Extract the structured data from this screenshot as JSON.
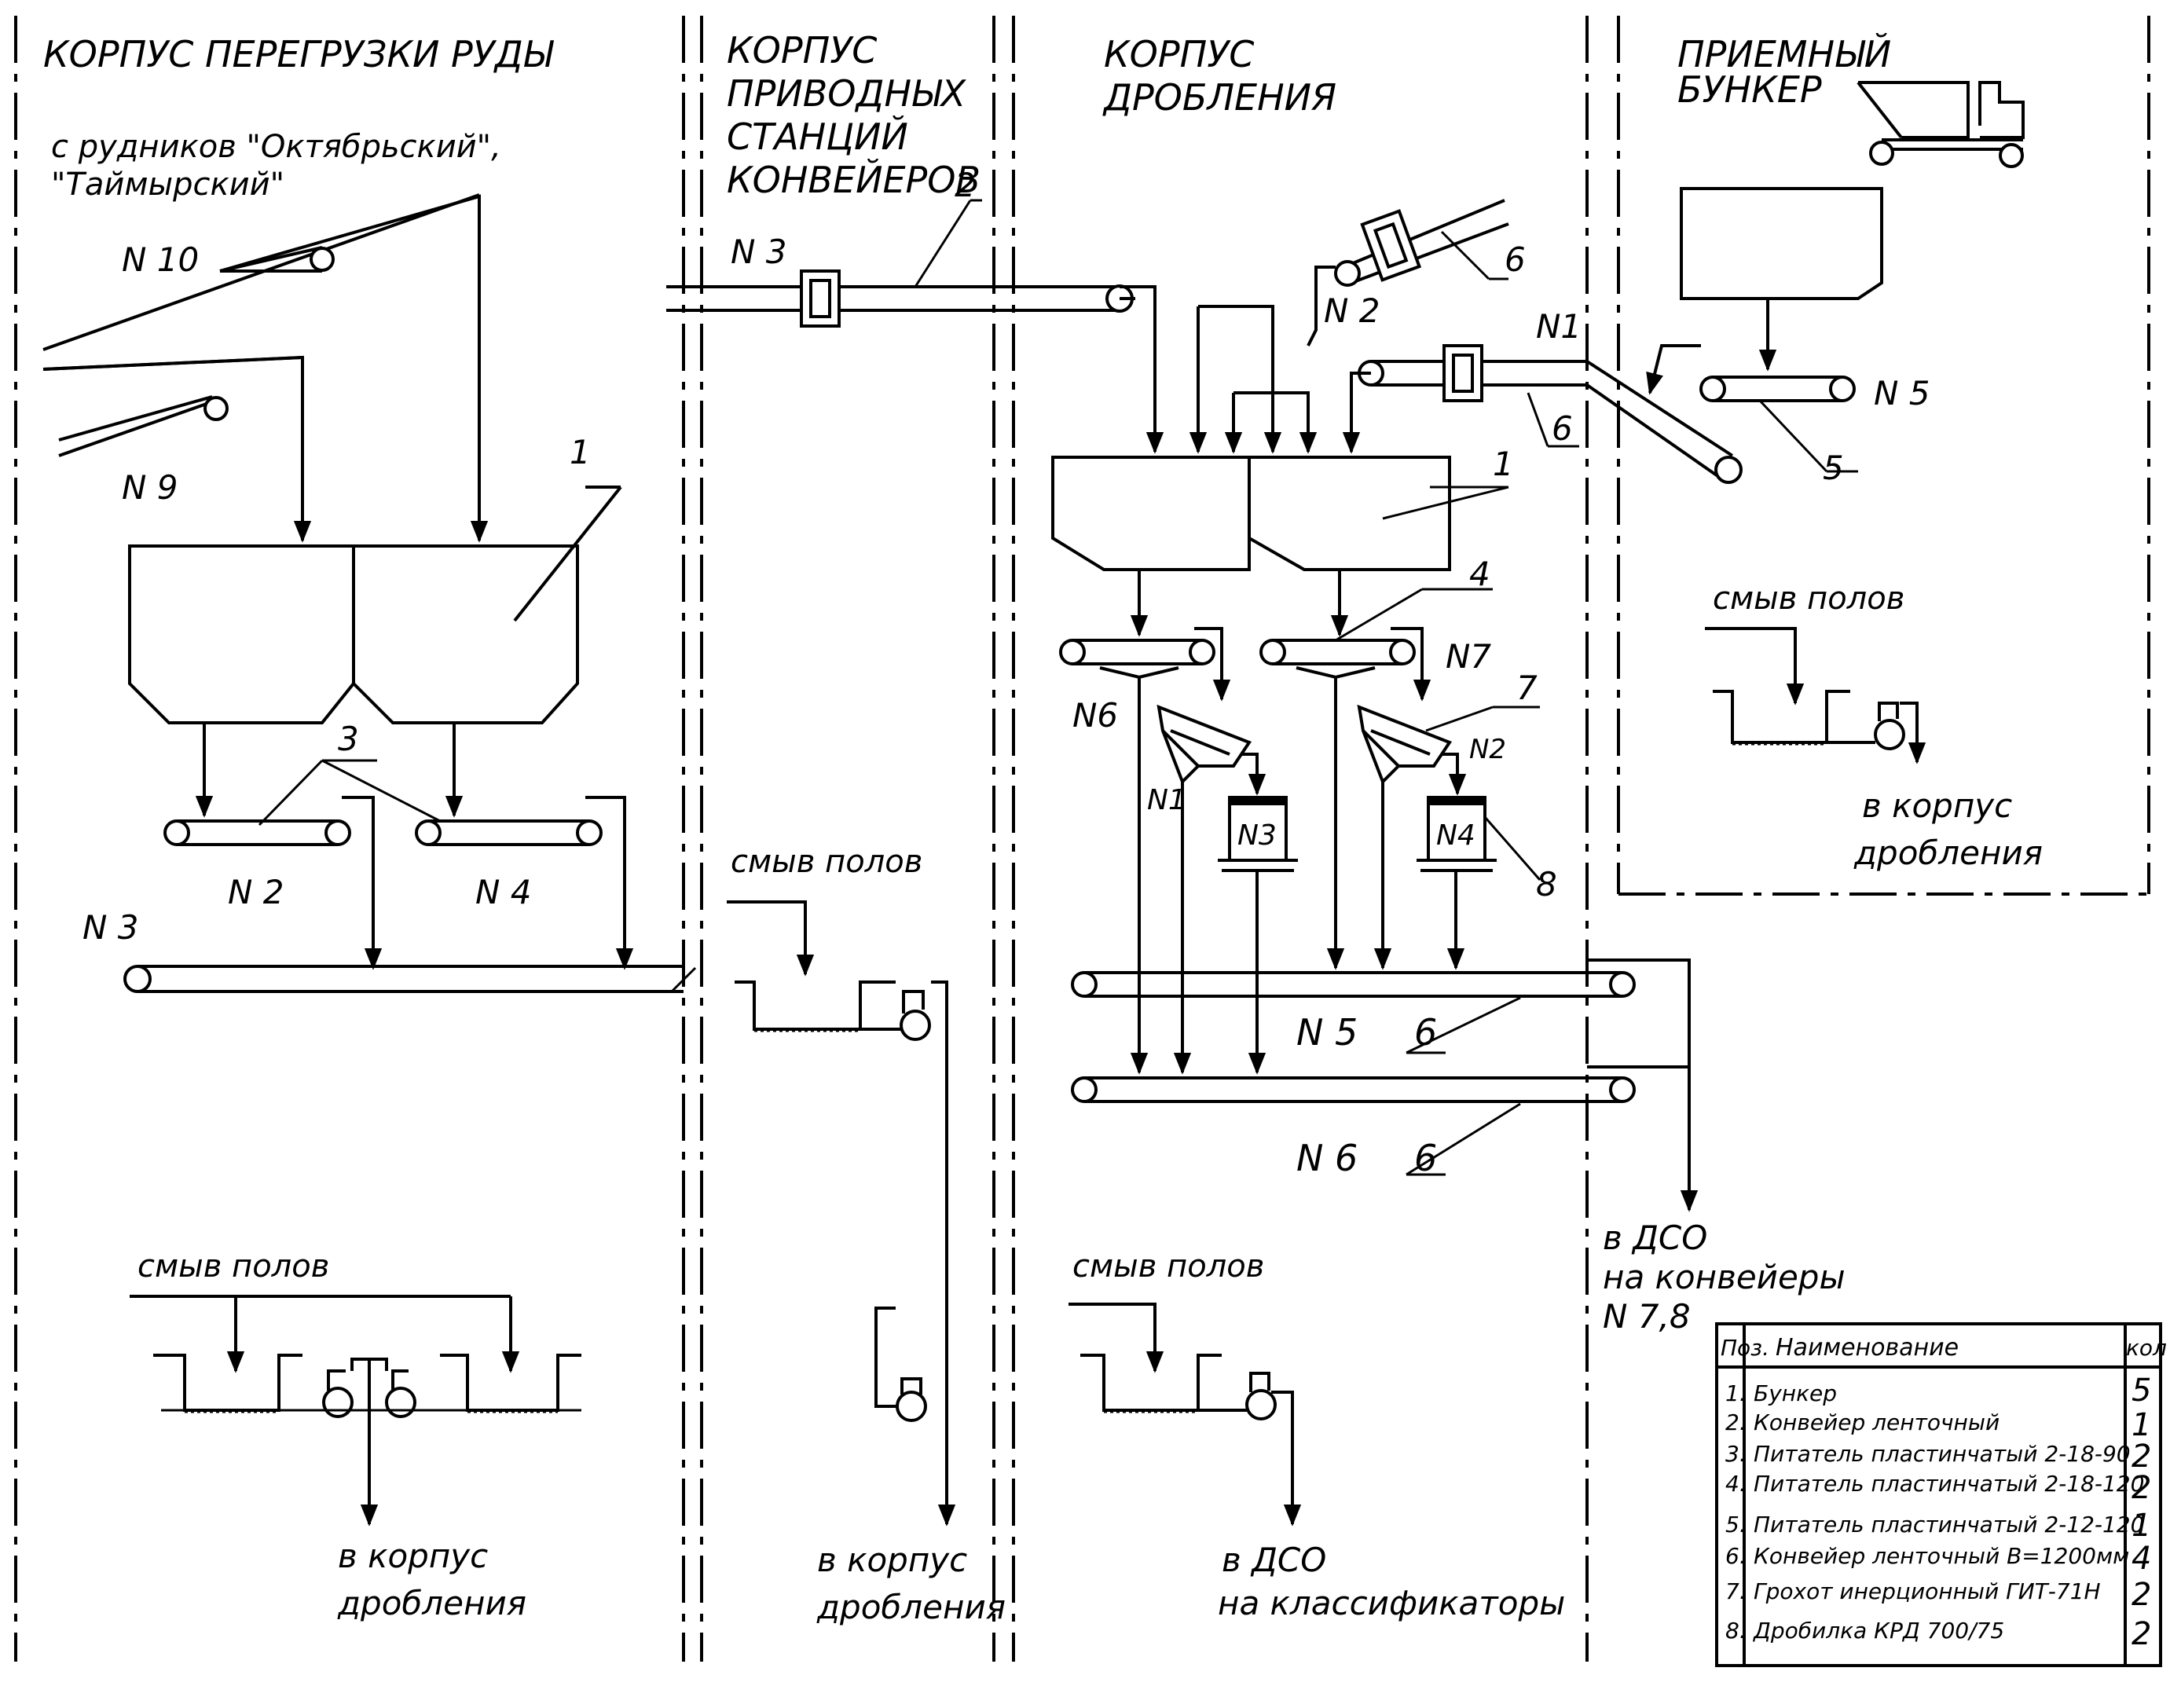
{
  "sections": {
    "ore_transfer": "КОРПУС ПЕРЕГРУЗКИ РУДЫ",
    "drive_stations": [
      "КОРПУС",
      "ПРИВОДНЫХ",
      "СТАНЦИЙ",
      "КОНВЕЙЕРОВ"
    ],
    "crushing": [
      "КОРПУС",
      "ДРОБЛЕНИЯ"
    ],
    "receiving_bunker": [
      "ПРИЕМНЫЙ",
      "БУНКЕР"
    ]
  },
  "source_note": [
    "с рудников \"Октябрьский\",",
    "\"Таймырский\""
  ],
  "labels": {
    "n10": "N 10",
    "n9": "N 9",
    "n2_left": "N 2",
    "n4_left": "N 4",
    "n3_left": "N 3",
    "n3_mid": "N 3",
    "n2_top": "N 2",
    "n1_top": "N1",
    "n5_right": "N 5",
    "n6_a": "N6",
    "n7": "N7",
    "n1_mid": "N1",
    "n2_mid": "N2",
    "n3_crusher": "N3",
    "n4_crusher": "N4",
    "n5_conv": "N 5",
    "n6_conv": "N 6",
    "pos_1a": "1",
    "pos_1b": "1",
    "pos_2": "2",
    "pos_3": "3",
    "pos_4": "4",
    "pos_5": "5",
    "pos_6a": "6",
    "pos_6b": "6",
    "pos_6c": "6",
    "pos_6d": "6",
    "pos_7": "7",
    "pos_8": "8"
  },
  "floor_wash": "смыв полов",
  "destinations": {
    "to_crushing": [
      "в корпус",
      "дробления"
    ],
    "to_dso_classifiers": [
      "в ДСО",
      "на классификаторы"
    ],
    "to_dso_conveyors": [
      "в ДСО",
      "на конвейеры",
      "N 7,8"
    ]
  },
  "table": {
    "headers": [
      "Поз.",
      "Наименование",
      "кол"
    ],
    "rows": [
      {
        "pos": "1.",
        "name": "Бункер",
        "qty": "5"
      },
      {
        "pos": "2.",
        "name": "Конвейер ленточный",
        "qty": "1"
      },
      {
        "pos": "3.",
        "name": "Питатель пластинчатый 2-18-90",
        "qty": "2"
      },
      {
        "pos": "4.",
        "name": "Питатель пластинчатый 2-18-120",
        "qty": "2"
      },
      {
        "pos": "5.",
        "name": "Питатель пластинчатый 2-12-120",
        "qty": "1"
      },
      {
        "pos": "6.",
        "name": "Конвейер ленточный В=1200мм",
        "qty": "4"
      },
      {
        "pos": "7.",
        "name": "Грохот инерционный ГИТ-71Н",
        "qty": "2"
      },
      {
        "pos": "8.",
        "name": "Дробилка КРД 700/75",
        "qty": "2"
      }
    ]
  }
}
